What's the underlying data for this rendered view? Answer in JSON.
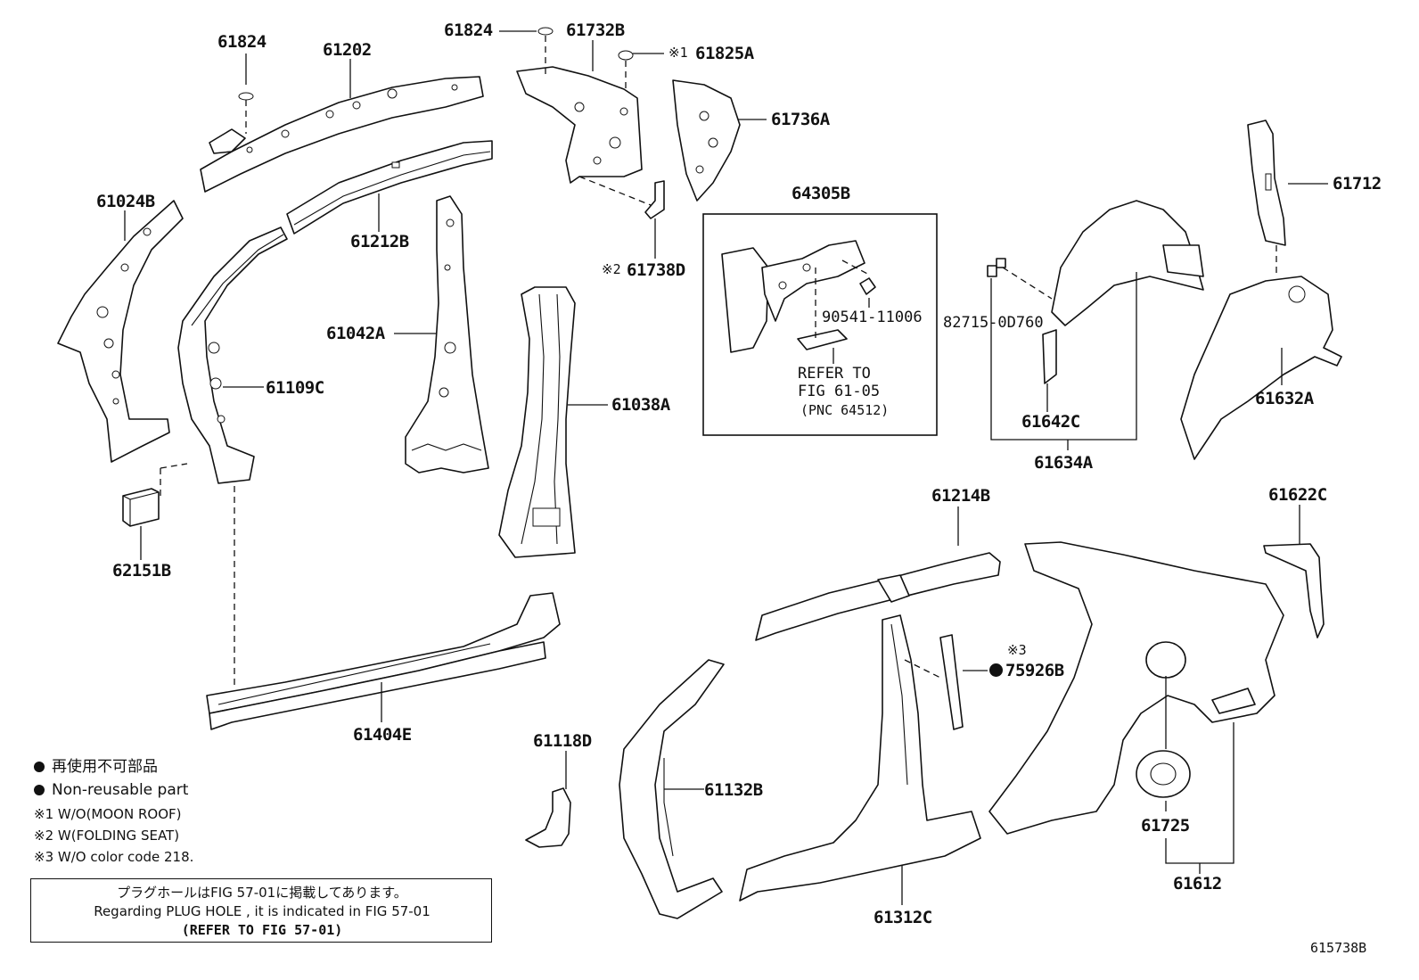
{
  "labels": {
    "p61824a": "61824",
    "p61202": "61202",
    "p61824b": "61824",
    "p61732B": "61732B",
    "p61825A": "61825A",
    "p61736A": "61736A",
    "p61738D": "61738D",
    "p61024B": "61024B",
    "p61212B": "61212B",
    "p61042A": "61042A",
    "p61109C": "61109C",
    "p61038A": "61038A",
    "p62151B": "62151B",
    "p61404E": "61404E",
    "p64305B": "64305B",
    "p90541": "90541-11006",
    "p82715": "82715-0D760",
    "p61712": "61712",
    "p61632A": "61632A",
    "p61642C": "61642C",
    "p61634A": "61634A",
    "p61214B": "61214B",
    "p61622C": "61622C",
    "p75926B": "75926B",
    "p61118D": "61118D",
    "p61132B": "61132B",
    "p61725": "61725",
    "p61312C": "61312C",
    "p61612": "61612"
  },
  "marks": {
    "m1": "※1",
    "m2": "※2",
    "m3": "※3"
  },
  "refer": {
    "line1": "REFER TO",
    "line2": "FIG 61-05",
    "line3": "(PNC 64512)"
  },
  "legend": {
    "jp": "再使用不可部品",
    "en": "Non-reusable part",
    "n1": "※1 W/O(MOON ROOF)",
    "n2": "※2 W(FOLDING SEAT)",
    "n3": "※3 W/O color code 218."
  },
  "note": {
    "jp": "プラグホールはFIG 57-01に掲載してあります。",
    "en": "Regarding  PLUG  HOLE , it is indicated in FIG  57-01",
    "ref": "(REFER TO FIG 57-01)"
  },
  "figure_id": "615738B"
}
